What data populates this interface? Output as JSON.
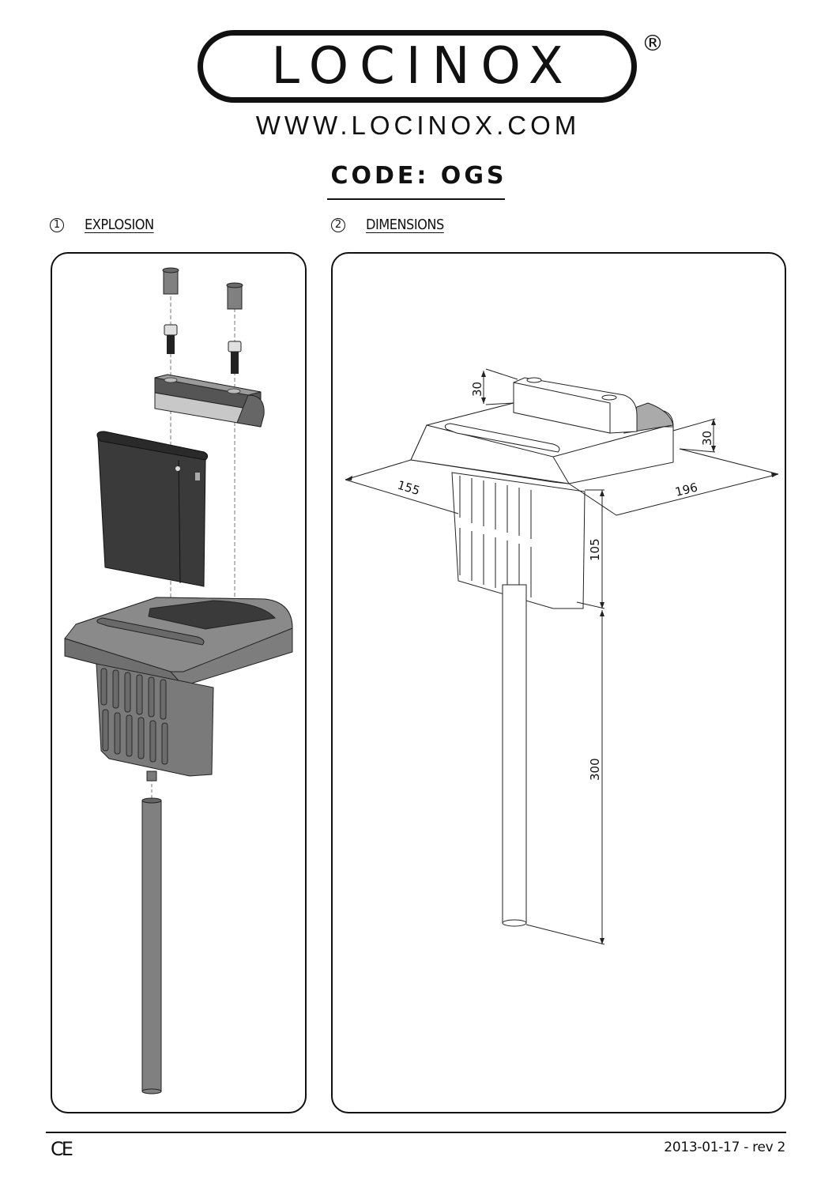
{
  "header": {
    "logo_text": "LOCINOX",
    "registered_mark": "®",
    "website": "WWW.LOCINOX.COM",
    "code_label": "CODE: OGS"
  },
  "sections": [
    {
      "number": "1",
      "title": "EXPLOSION"
    },
    {
      "number": "2",
      "title": "DIMENSIONS"
    }
  ],
  "explosion": {
    "parts": [
      {
        "name": "bushing",
        "count": 2
      },
      {
        "name": "socket-head-bolt",
        "count": 2
      },
      {
        "name": "handle-bar-cover",
        "count": 1
      },
      {
        "name": "receptacle-insert",
        "count": 1
      },
      {
        "name": "base-housing",
        "count": 1
      },
      {
        "name": "ground-pin-tube",
        "count": 1
      }
    ],
    "colors": {
      "dark": "#3d3d3d",
      "mid": "#7a7a7a",
      "light": "#bdbdbd"
    }
  },
  "dimensions": {
    "units": "mm",
    "handle_height": "30",
    "base_height": "30",
    "depth": "155",
    "width": "196",
    "body_height": "105",
    "pin_length": "300"
  },
  "footer": {
    "ce_mark": "CE",
    "date_revision": "2013-01-17 - rev 2"
  }
}
